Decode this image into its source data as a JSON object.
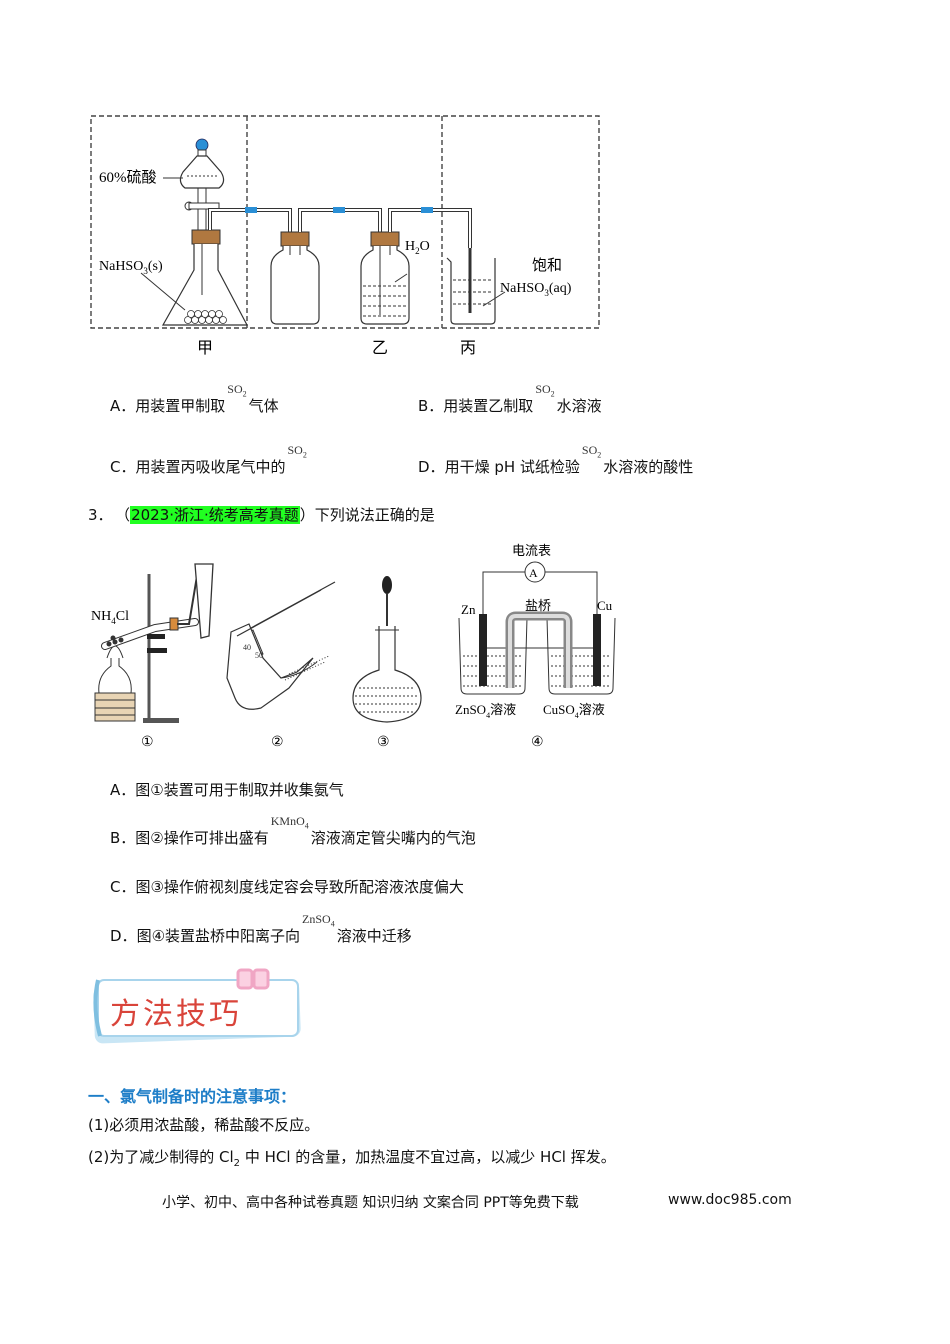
{
  "figure1": {
    "labels": {
      "acid": "60%硫酸",
      "solid": "NaHSO",
      "solid_sub": "3",
      "solid_suffix": "(s)",
      "water": "H",
      "water_sub": "2",
      "water_suffix": "O",
      "sat": "饱和",
      "sat_chem": "NaHSO",
      "sat_sub": "3",
      "sat_suffix": "(aq)"
    },
    "captions": [
      "甲",
      "乙",
      "丙"
    ]
  },
  "q2_options": [
    {
      "letter": "A．",
      "pre": "用装置甲制取",
      "chem": "SO",
      "sub": "2",
      "post": "气体"
    },
    {
      "letter": "B．",
      "pre": "用装置乙制取",
      "chem": "SO",
      "sub": "2",
      "post": "水溶液"
    },
    {
      "letter": "C．",
      "pre": "用装置丙吸收尾气中的",
      "chem": "SO",
      "sub": "2",
      "post": ""
    },
    {
      "letter": "D．",
      "pre": "用干燥 pH 试纸检验",
      "chem": "SO",
      "sub": "2",
      "post": "水溶液的酸性"
    }
  ],
  "q3": {
    "number": "3．",
    "open": "（",
    "source": "2023·浙江·统考高考真题",
    "close": "）",
    "stem": "下列说法正确的是"
  },
  "figure2": {
    "nh4cl": "NH",
    "nh4cl_sub": "4",
    "nh4cl_suffix": "Cl",
    "ammeter": "电流表",
    "ammeter_symbol": "A",
    "zn": "Zn",
    "cu": "Cu",
    "salt_bridge": "盐桥",
    "znso4": "ZnSO",
    "znso4_sub": "4",
    "znso4_suffix": "溶液",
    "cuso4": "CuSO",
    "cuso4_sub": "4",
    "cuso4_suffix": "溶液",
    "captions": [
      "①",
      "②",
      "③",
      "④"
    ]
  },
  "q3_options": [
    {
      "letter": "A．",
      "pre": "图①装置可用于制取并收集氨气",
      "chem": "",
      "sub": "",
      "post": ""
    },
    {
      "letter": "B．",
      "pre": "图②操作可排出盛有",
      "chem": "KMnO",
      "sub": "4",
      "post": "溶液滴定管尖嘴内的气泡"
    },
    {
      "letter": "C．",
      "pre": "图③操作俯视刻度线定容会导致所配溶液浓度偏大",
      "chem": "",
      "sub": "",
      "post": ""
    },
    {
      "letter": "D．",
      "pre": "图④装置盐桥中阳离子向",
      "chem": "ZnSO",
      "sub": "4",
      "post": "溶液中迁移"
    }
  ],
  "banner": {
    "title": "方法技巧"
  },
  "section": {
    "heading": "一、氯气制备时的注意事项：",
    "line1": "(1)必须用浓盐酸，稀盐酸不反应。",
    "line2_pre": "(2)为了减少制得的 Cl",
    "line2_sub": "2",
    "line2_post": " 中 HCl 的含量，加热温度不宜过高，以减少 HCl 挥发。"
  },
  "footer": {
    "text": "小学、初中、高中各种试卷真题  知识归纳  文案合同  PPT等免费下载",
    "url": "www.doc985.com"
  },
  "colors": {
    "highlight": "#21ff21",
    "heading_blue": "#1e7ec8",
    "banner_pink": "#f0a6c4",
    "valve_blue": "#2a8fd6"
  }
}
